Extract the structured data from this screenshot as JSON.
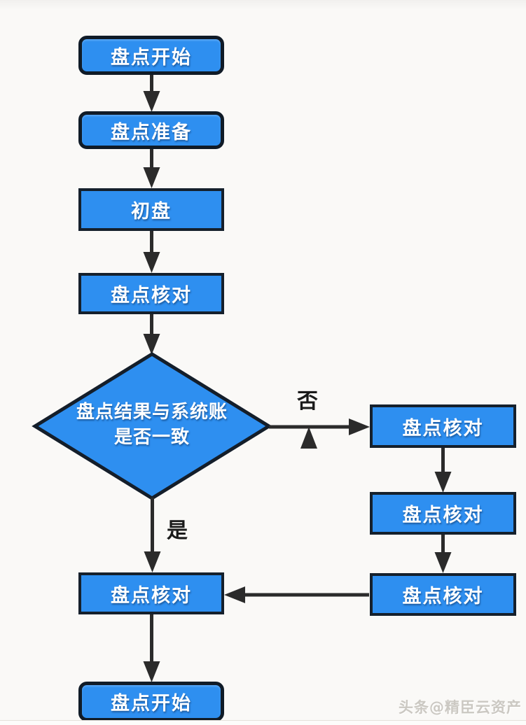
{
  "diagram": {
    "type": "flowchart",
    "nodes": {
      "start_top": "盘点开始",
      "prepare": "盘点准备",
      "initial_count": "初盘",
      "check_1": "盘点核对",
      "decision_line1": "盘点结果与系统账",
      "decision_line2": "是否一致",
      "recheck_right_1": "盘点核对",
      "recheck_right_2": "盘点核对",
      "recheck_right_3": "盘点核对",
      "check_final": "盘点核对",
      "start_bottom": "盘点开始"
    },
    "edge_labels": {
      "no": "否",
      "yes": "是"
    },
    "colors": {
      "node_fill": "#2E8FF0",
      "node_border_rounded": "#101B27",
      "node_border_square": "#15202C",
      "node_text": "#FFFFFF",
      "connector": "#2B2B2B",
      "edge_label_text": "#1A1A1A",
      "background": "#F9F8F6",
      "watermark_text": "#CBC8C2"
    }
  },
  "watermark": "头条@精臣云资产"
}
